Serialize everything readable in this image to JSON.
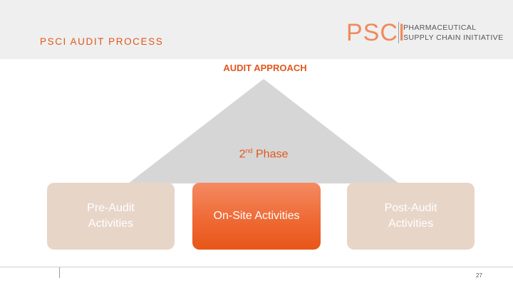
{
  "header": {
    "section_title": "PSCI AUDIT PROCESS",
    "logo": {
      "mark": "PSCI",
      "line1": "PHARMACEUTICAL",
      "line2": "SUPPLY CHAIN INITIATIVE"
    }
  },
  "diagram": {
    "title": "AUDIT APPROACH",
    "phase": {
      "number": "2",
      "suffix": "nd",
      "label": "Phase"
    },
    "boxes": [
      {
        "line1": "Pre-Audit",
        "line2": "Activities"
      },
      {
        "line1": "On-Site Activities"
      },
      {
        "line1": "Post-Audit",
        "line2": "Activities"
      }
    ]
  },
  "footer": {
    "page_number": "27"
  },
  "colors": {
    "accent": "#e0571c",
    "header_band": "#efefef",
    "triangle": "#d6d6d6",
    "side_box": "#e7d5c8",
    "active_box": "#ef6a35"
  }
}
